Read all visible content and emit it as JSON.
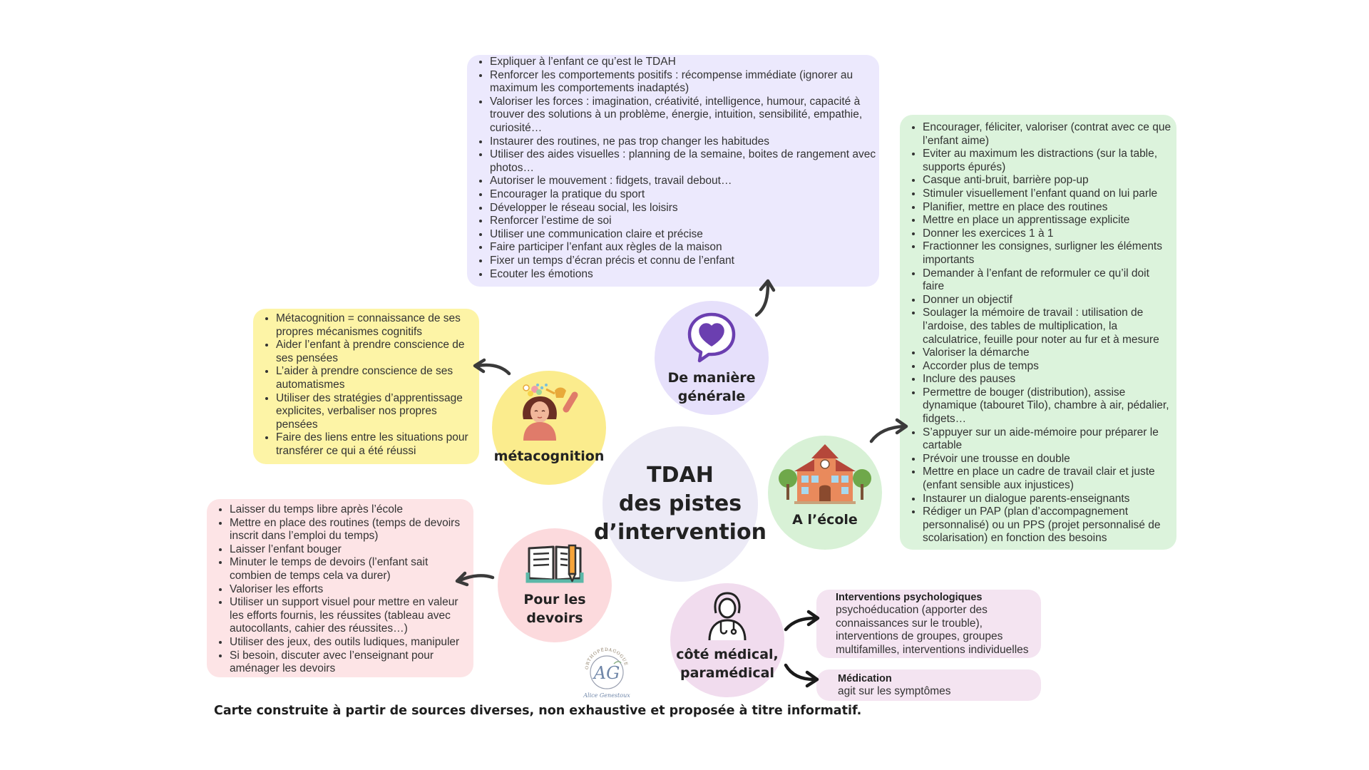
{
  "center": {
    "line1": "TDAH",
    "line2": "des pistes",
    "line3": "d’intervention"
  },
  "branches": {
    "generale": {
      "label": "De manière\ngénérale",
      "icon": "heart-speech-bubble-icon"
    },
    "metacognition": {
      "label": "métacognition",
      "icon": "woman-watering-head-icon"
    },
    "devoirs": {
      "label": "Pour les\ndevoirs",
      "icon": "book-and-pencil-icon"
    },
    "medical": {
      "label": "côté médical,\nparamédical",
      "icon": "doctor-icon"
    },
    "ecole": {
      "label": "A l’école",
      "icon": "school-building-icon"
    }
  },
  "lists": {
    "generale": [
      "Expliquer à l’enfant ce qu’est le TDAH",
      "Renforcer les comportements positifs : récompense immédiate (ignorer au maximum les comportements inadaptés)",
      "Valoriser les forces : imagination, créativité, intelligence, humour, capacité à trouver des solutions à un problème, énergie, intuition, sensibilité, empathie, curiosité…",
      "Instaurer des routines, ne pas trop changer les habitudes",
      "Utiliser des aides visuelles : planning de la semaine, boites de rangement avec photos…",
      "Autoriser le mouvement : fidgets, travail debout…",
      "Encourager la pratique du sport",
      "Développer le réseau social, les loisirs",
      "Renforcer l’estime de soi",
      "Utiliser une communication claire et précise",
      "Faire participer l’enfant aux règles de la maison",
      "Fixer un temps d’écran précis et connu de l’enfant",
      "Ecouter les émotions"
    ],
    "metacognition": [
      "Métacognition = connaissance de ses propres mécanismes cognitifs",
      "Aider l’enfant à prendre conscience de ses pensées",
      "L’aider à prendre conscience de ses automatismes",
      "Utiliser des stratégies d’apprentissage explicites, verbaliser nos propres pensées",
      "Faire des liens entre les situations pour transférer ce qui a été réussi"
    ],
    "devoirs": [
      "Laisser du temps libre après l’école",
      "Mettre en place des routines (temps de devoirs inscrit dans l’emploi du temps)",
      "Laisser l’enfant bouger",
      "Minuter le temps de devoirs (l’enfant sait combien de temps cela va durer)",
      "Valoriser les efforts",
      "Utiliser un support visuel pour mettre en valeur les efforts fournis, les réussites (tableau avec autocollants, cahier des réussites…)",
      "Utiliser des jeux, des outils ludiques, manipuler",
      "Si besoin, discuter avec l’enseignant pour aménager les devoirs"
    ],
    "ecole": [
      "Encourager, féliciter, valoriser (contrat avec ce que l’enfant aime)",
      "Eviter au maximum les distractions (sur la table, supports épurés)",
      "Casque anti-bruit, barrière pop-up",
      "Stimuler visuellement l’enfant quand on lui parle",
      "Planifier, mettre en place des routines",
      "Mettre en place un apprentissage explicite",
      "Donner les exercices 1 à 1",
      "Fractionner les consignes, surligner les éléments importants",
      "Demander à l’enfant de reformuler ce qu’il doit faire",
      "Donner un objectif",
      "Soulager la mémoire de travail : utilisation de l’ardoise, des tables de multiplication, la calculatrice, feuille pour noter au fur et à mesure",
      "Valoriser la démarche",
      "Accorder plus de temps",
      "Inclure des pauses",
      "Permettre de bouger (distribution), assise dynamique (tabouret Tilo), chambre à air, pédalier, fidgets…",
      "S’appuyer sur un aide-mémoire pour préparer le cartable",
      "Prévoir une trousse en double",
      "Mettre en place un cadre de travail clair et juste (enfant sensible aux injustices)",
      "Instaurer un dialogue parents-enseignants",
      "Rédiger un PAP (plan d’accompagnement personnalisé) ou un PPS (projet personnalisé de scolarisation) en fonction des besoins"
    ]
  },
  "medical": {
    "psy_title": "Interventions psychologiques",
    "psy_text": "psychoéducation (apporter des connaissances sur le trouble), interventions de groupes, groupes multifamilles, interventions individuelles",
    "med_title": "Médication",
    "med_text": "agit sur les symptômes"
  },
  "logo": {
    "arc": "ORTHOPÉDAGOGUE",
    "monogram": "AG",
    "signature": "Alice Genestoux"
  },
  "footer": "Carte construite à partir de sources diverses, non exhaustive et proposée à titre informatif.",
  "colors": {
    "generale_box": "#ece9fd",
    "generale_circle": "#e6e0fb",
    "ecole_box": "#dcf3dc",
    "ecole_circle": "#d8f1d6",
    "meta_box": "#fdf4a6",
    "meta_circle": "#fbec8d",
    "devoirs_box": "#fde4e6",
    "devoirs_circle": "#fcdadd",
    "medical_box": "#f4e4f1",
    "medical_circle": "#f1dcee",
    "center_circle": "#eceaf6",
    "heart": "#6b3fb0"
  }
}
